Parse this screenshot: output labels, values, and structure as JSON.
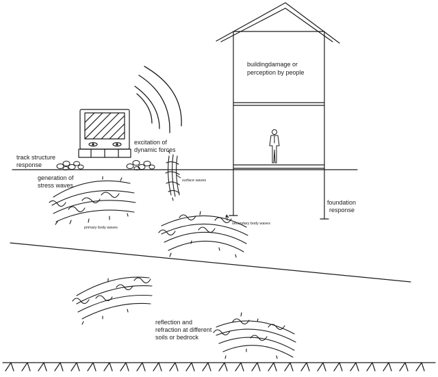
{
  "labels": {
    "building": [
      "buildingdamage or",
      "perception by people"
    ],
    "excitation": [
      "excitation of",
      "dynamic forces"
    ],
    "track": [
      "track structure",
      "response"
    ],
    "generation": [
      "generation of",
      "stress waves"
    ],
    "surface_waves": "surface waves",
    "foundation": [
      "foundation",
      "response"
    ],
    "primary_waves": "primary body waves",
    "secondary_waves": "secondary body waves",
    "reflection": [
      "reflection and",
      "refraction at different",
      "soils or bedrock"
    ]
  },
  "colors": {
    "ink": "#1a1a1a",
    "paper": "#ffffff"
  }
}
